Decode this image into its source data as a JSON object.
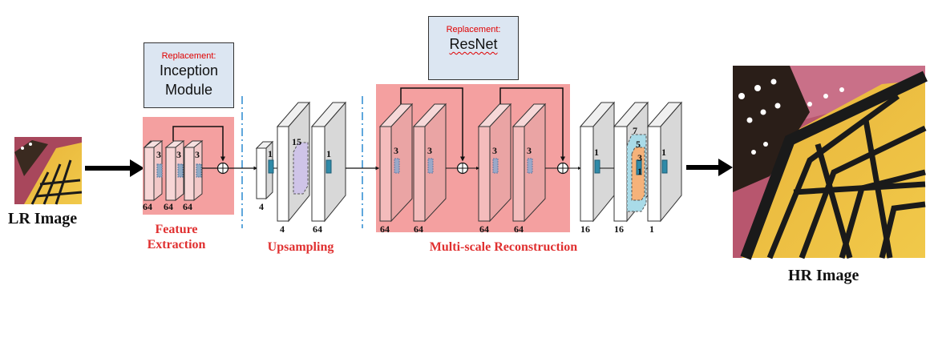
{
  "inputs": {
    "lr_label": "LR Image",
    "hr_label": "HR Image"
  },
  "replacements": {
    "feature": {
      "label": "Replacement:",
      "text_line1": "Inception",
      "text_line2": "Module"
    },
    "reconstruction": {
      "label": "Replacement:",
      "text_line1": "ResNet"
    }
  },
  "sections": {
    "feature_line1": "Feature",
    "feature_line2": "Extraction",
    "upsampling": "Upsampling",
    "reconstruction": "Multi-scale Reconstruction"
  },
  "feature_layers": {
    "kernel": "3",
    "channels": [
      "64",
      "64",
      "64"
    ]
  },
  "upsampling_layers": {
    "kernels": [
      "1",
      "15",
      "1"
    ],
    "channels": [
      "4",
      "4",
      "64"
    ]
  },
  "reconstruction_layers": {
    "kernel": "3",
    "channels": [
      "64",
      "64",
      "64",
      "64"
    ]
  },
  "output_layers": {
    "kernels": [
      "1",
      "7",
      "5",
      "3",
      "1",
      "1"
    ],
    "channels": [
      "16",
      "16",
      "1"
    ]
  },
  "colors": {
    "highlight": "#f4a0a0",
    "replacement_box": "#dce6f2",
    "section_caption": "#e03030",
    "kernel_block": "#2f8aa8"
  }
}
